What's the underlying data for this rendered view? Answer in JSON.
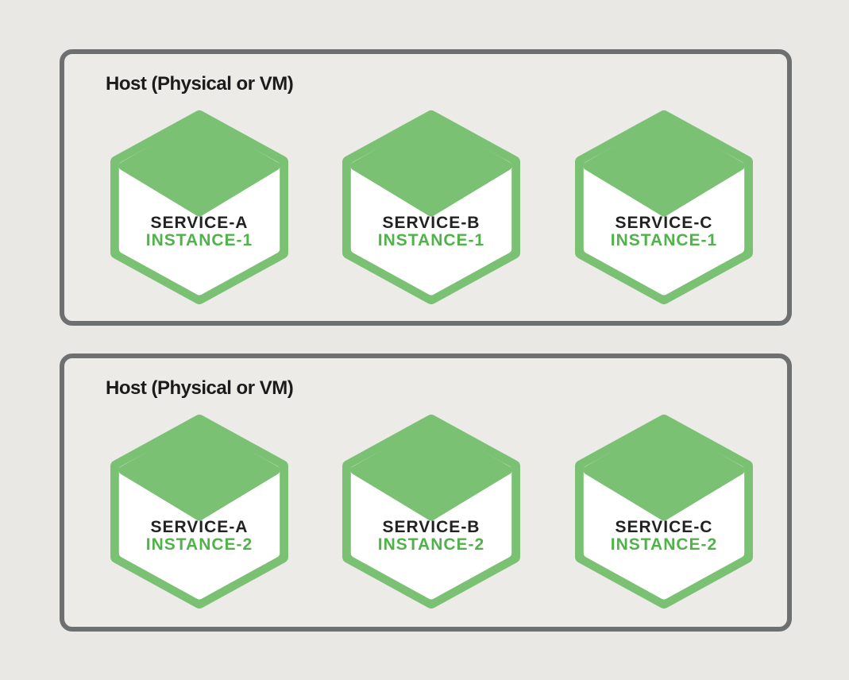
{
  "colors": {
    "page_bg": "#eae8e5",
    "box_bg": "#ecebe8",
    "box_border": "#6e6f71",
    "title_text": "#1b1b1b",
    "hexagon_green": "#7ac173",
    "hexagon_face": "#ffffff",
    "service_text": "#222222",
    "instance_green": "#50b349"
  },
  "hosts": [
    {
      "title": "Host (Physical or VM)",
      "services": [
        {
          "service": "SERVICE-A",
          "instance": "INSTANCE-1"
        },
        {
          "service": "SERVICE-B",
          "instance": "INSTANCE-1"
        },
        {
          "service": "SERVICE-C",
          "instance": "INSTANCE-1"
        }
      ]
    },
    {
      "title": "Host (Physical or VM)",
      "services": [
        {
          "service": "SERVICE-A",
          "instance": "INSTANCE-2"
        },
        {
          "service": "SERVICE-B",
          "instance": "INSTANCE-2"
        },
        {
          "service": "SERVICE-C",
          "instance": "INSTANCE-2"
        }
      ]
    }
  ]
}
